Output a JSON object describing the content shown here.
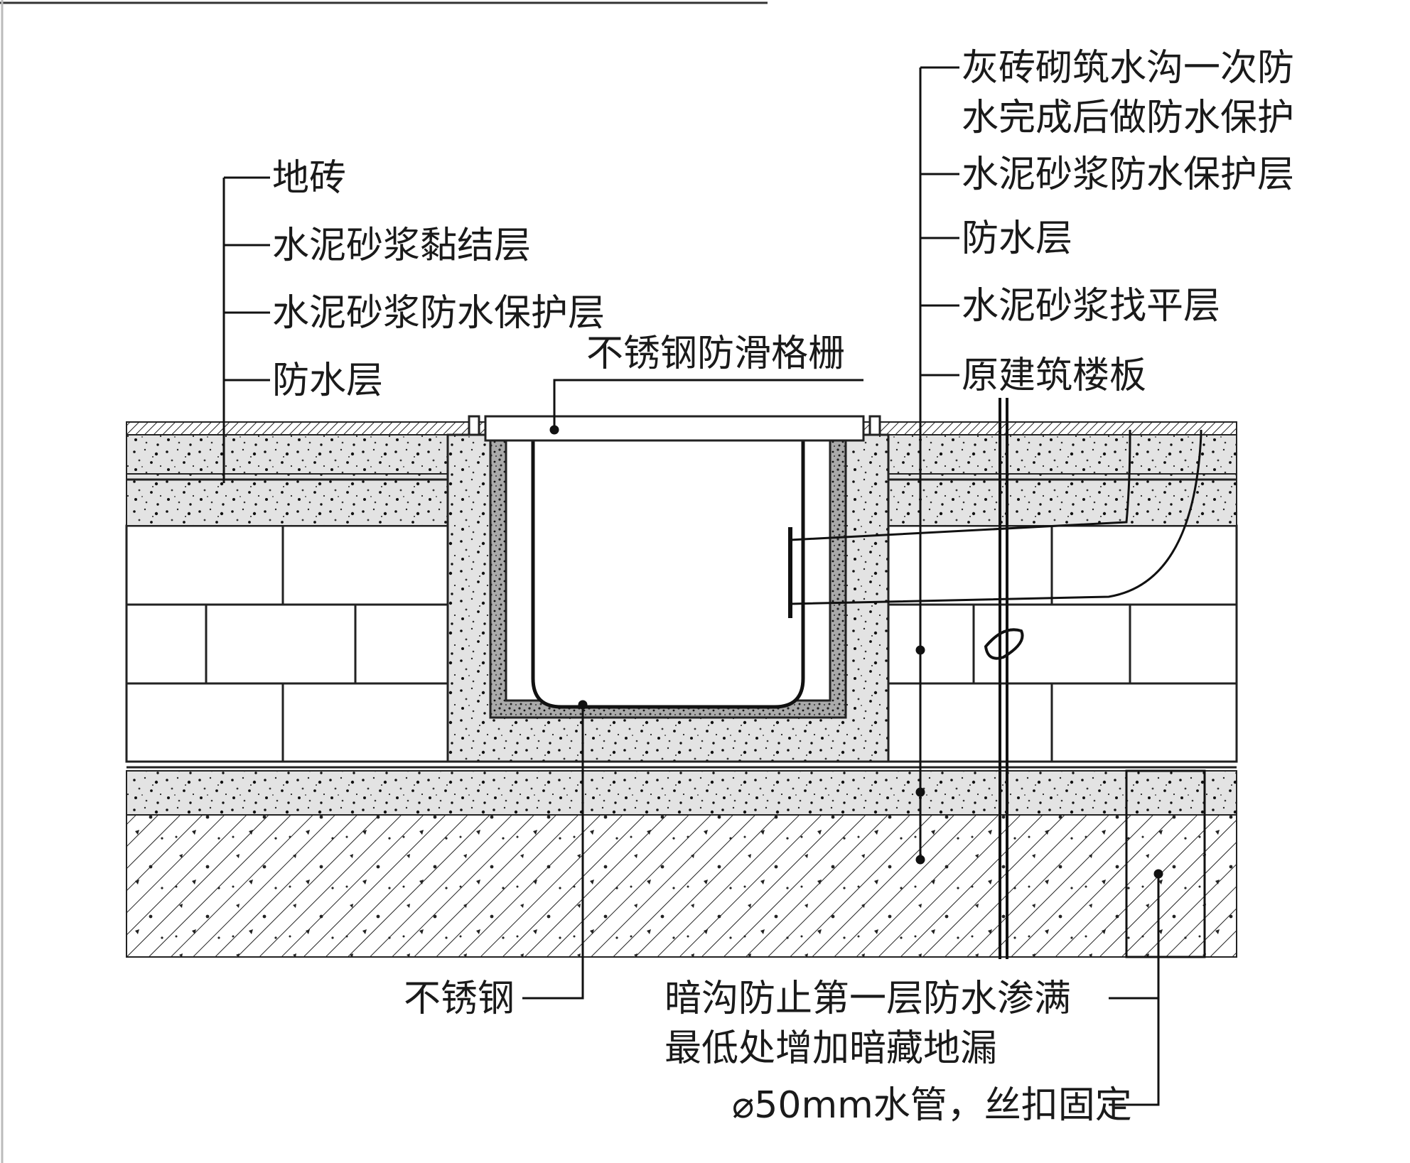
{
  "labels_left": {
    "floor_tile": "地砖",
    "bond_layer": "水泥砂浆黏结层",
    "protect_layer": "水泥砂浆防水保护层",
    "waterproof_layer": "防水层"
  },
  "labels_right": {
    "brick_line1": "灰砖砌筑水沟一次防",
    "brick_line2": "水完成后做防水保护",
    "protect_layer": "水泥砂浆防水保护层",
    "waterproof_layer": "防水层",
    "leveling_layer": "水泥砂浆找平层",
    "slab": "原建筑楼板"
  },
  "label_grating": "不锈钢防滑格栅",
  "label_steel": "不锈钢",
  "label_drain_line1": "暗沟防止第一层防水渗满",
  "label_drain_line2": "最低处增加暗藏地漏",
  "label_pipe": "⌀50mm水管，丝扣固定"
}
